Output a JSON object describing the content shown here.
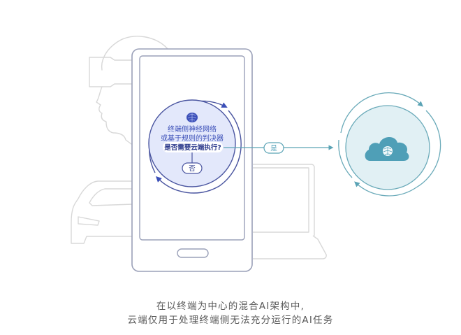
{
  "device_panel": {
    "decision_title_line1": "终端侧神经网络",
    "decision_title_line2": "或基于规则的判决器",
    "question": "是否需要云端执行?",
    "no_label": "否",
    "icon": "brain-icon"
  },
  "connector": {
    "yes_label": "是",
    "icon": "arrow-right-icon"
  },
  "cloud_panel": {
    "icon": "cloud-brain-icon"
  },
  "background_devices": [
    "vr-headset",
    "car",
    "laptop",
    "smartphone"
  ],
  "caption": {
    "line1": "在以终端为中心的混合AI架构中,",
    "line2": "云端仅用于处理终端侧无法充分运行的AI任务"
  },
  "colors": {
    "device_accent": "#3b4fb8",
    "device_fill": "#e3e8fb",
    "device_outline": "#5c6280",
    "cloud_accent": "#4f9fb7",
    "cloud_fill": "#e1f0f4",
    "cloud_ring": "#6aaab9",
    "bg_outline": "#d8d8d8",
    "caption_text": "#5a5a5a"
  }
}
